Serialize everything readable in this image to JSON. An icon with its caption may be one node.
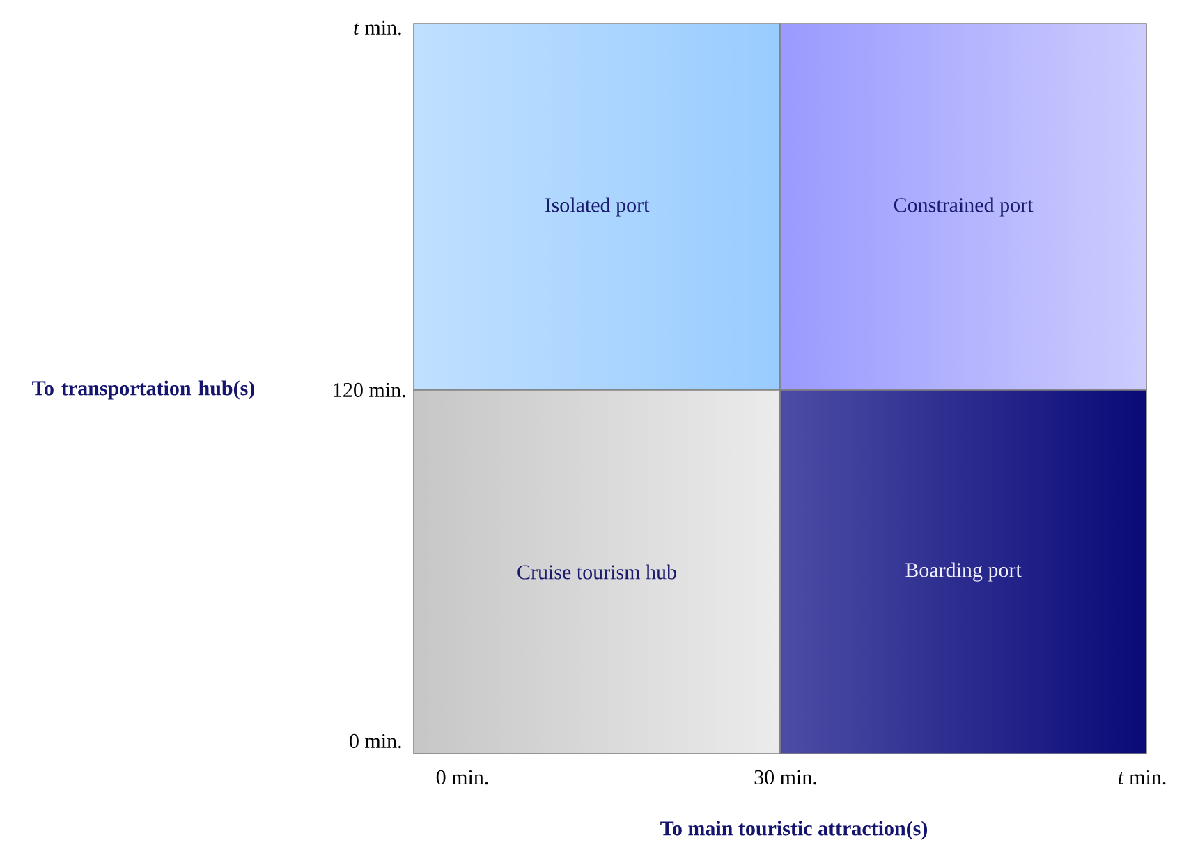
{
  "diagram": {
    "nodes": [
      {
        "text": [
          "Isolated port"
        ]
      },
      {
        "text": [
          "Constrained port"
        ]
      },
      {
        "text": [
          "Cruise tourism hub"
        ]
      },
      {
        "text": [
          "Boarding port"
        ]
      }
    ],
    "labels": [
      "*t* min.",
      "To transportation hub(s)",
      "120 min.",
      "0 min.",
      "0 min.",
      "30 min.",
      "*t* min.",
      "To main touristic attraction(s)"
    ]
  }
}
